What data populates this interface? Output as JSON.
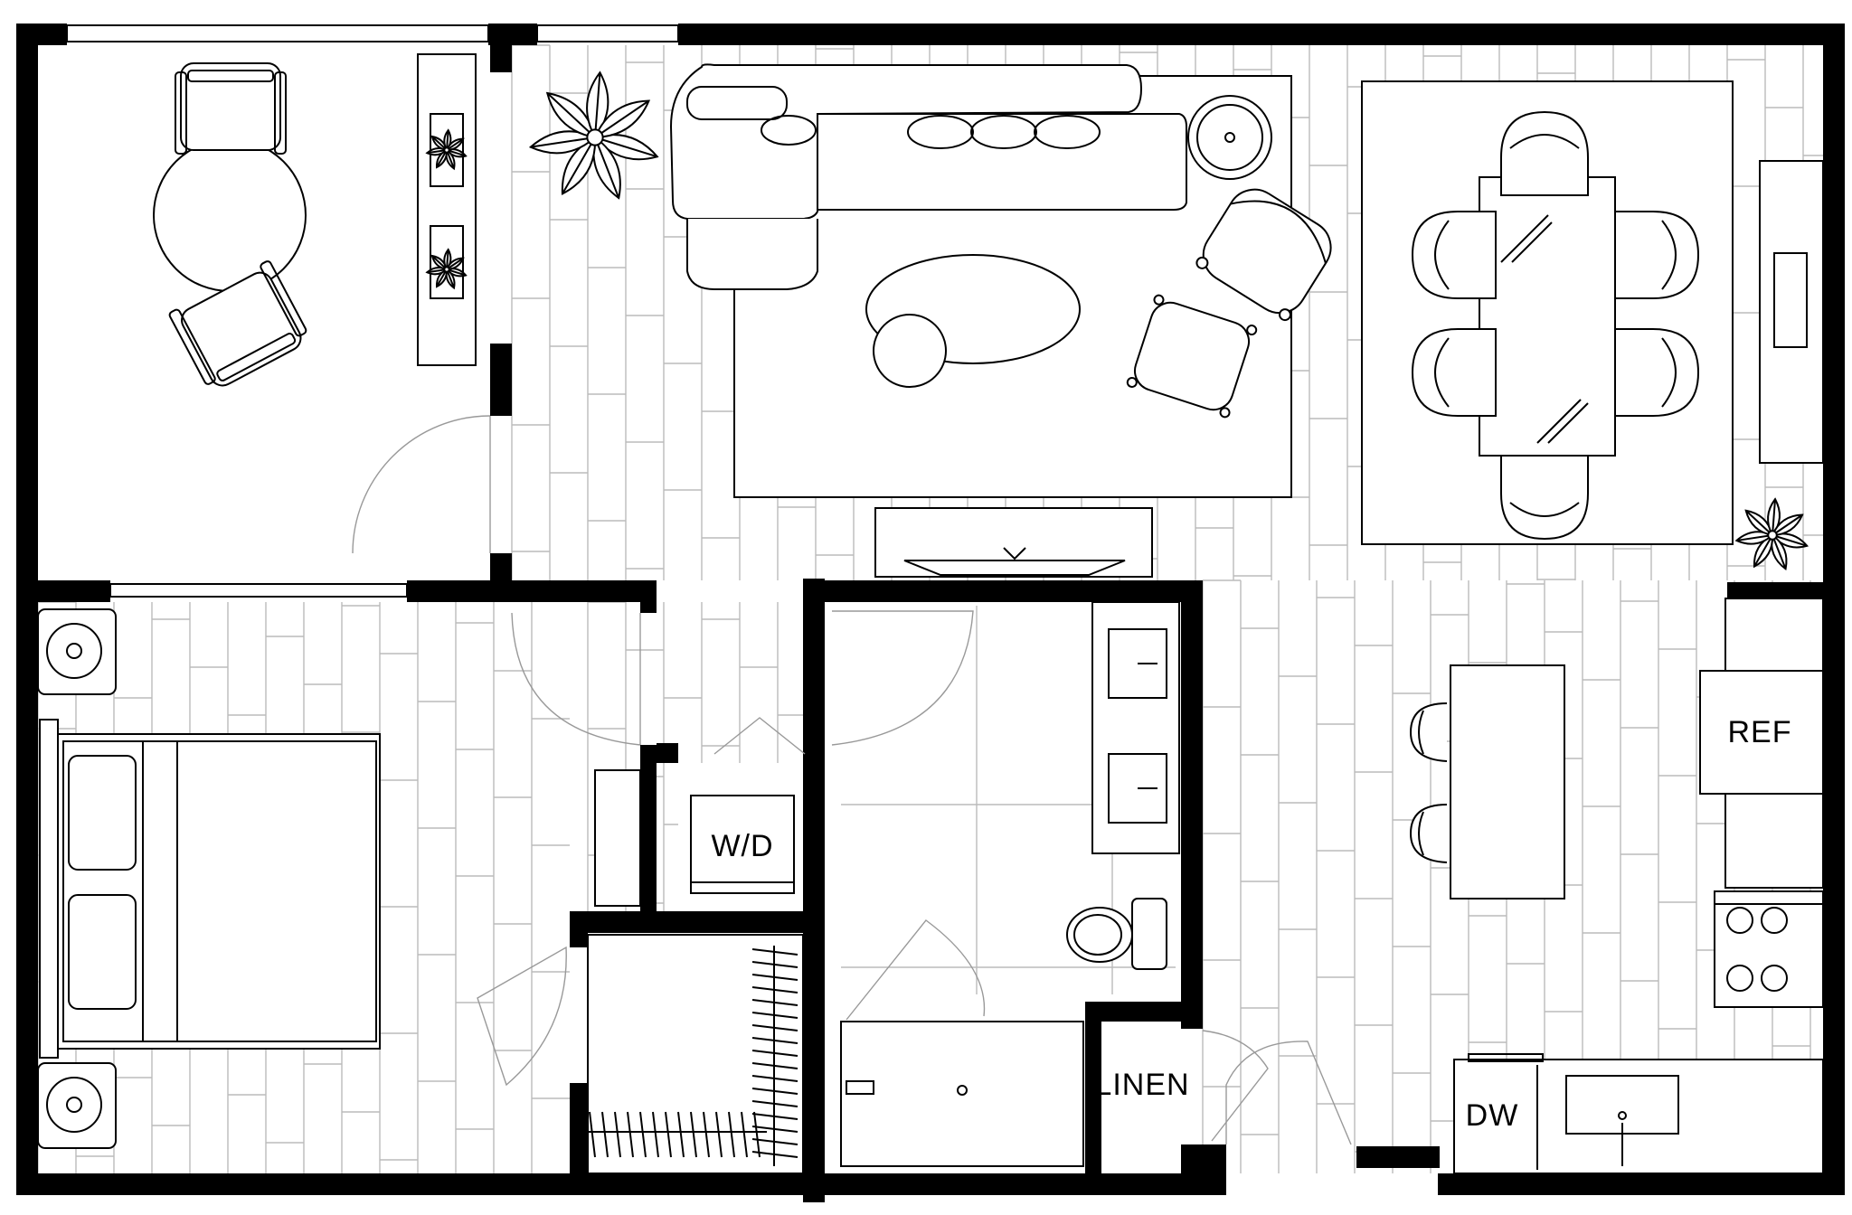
{
  "floor_plan": {
    "labels": {
      "washer_dryer": "W/D",
      "refrigerator": "REF",
      "linen": "LINEN",
      "dishwasher": "DW"
    }
  }
}
